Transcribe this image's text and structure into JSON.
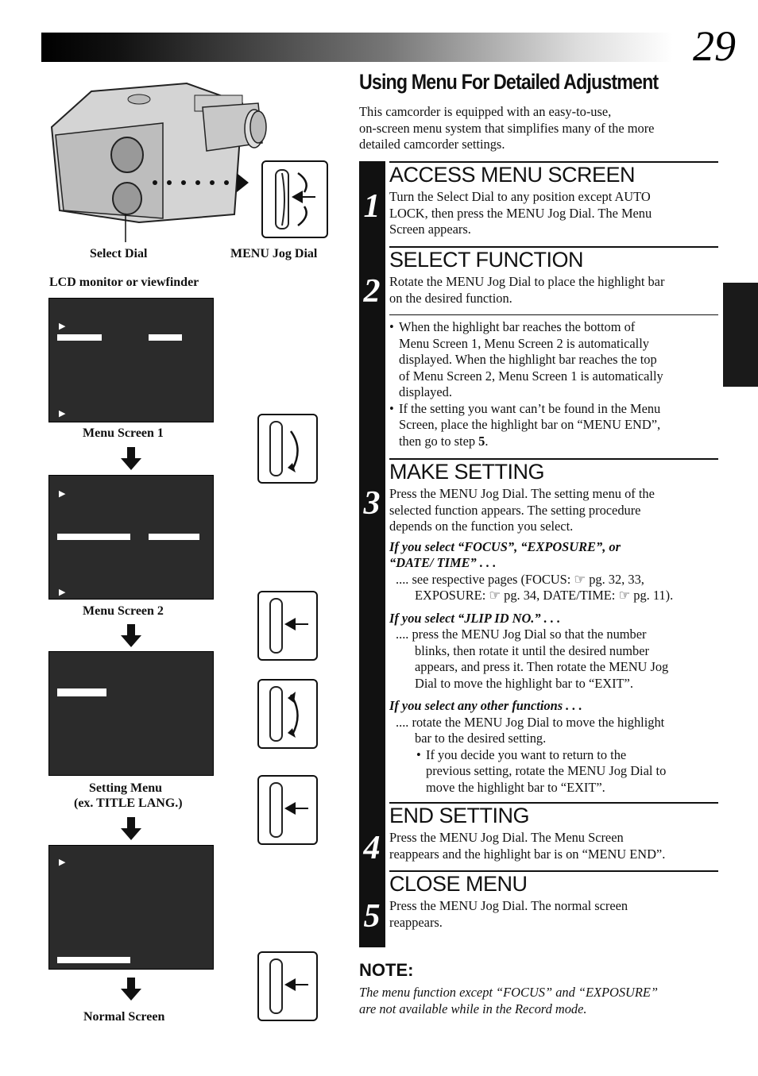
{
  "page_number": "29",
  "title": "Using Menu For Detailed Adjustment",
  "intro": [
    "This camcorder is equipped with an easy-to-use,",
    "on-screen menu system that simplifies many of the more",
    "detailed camcorder settings."
  ],
  "figure_labels": {
    "select_dial": "Select Dial",
    "menu_jog_dial": "MENU Jog Dial",
    "lcd": "LCD monitor or viewfinder",
    "menu_screen_1": "Menu Screen 1",
    "menu_screen_2": "Menu Screen 2",
    "setting_menu_1": "Setting Menu",
    "setting_menu_2": "(ex. TITLE LANG.)",
    "normal_screen": "Normal Screen"
  },
  "steps": [
    {
      "num": "1",
      "title": "ACCESS MENU SCREEN",
      "lines": [
        "Turn the Select Dial to any position except AUTO",
        "LOCK, then press the MENU Jog Dial. The Menu",
        "Screen appears."
      ]
    },
    {
      "num": "2",
      "title": "SELECT FUNCTION",
      "lines": [
        "Rotate the MENU Jog Dial to place the highlight bar",
        "on the desired function."
      ],
      "bullet1": [
        "When the highlight bar reaches the bottom of",
        "Menu Screen 1, Menu Screen 2 is automatically",
        "displayed. When the highlight bar reaches the top",
        "of Menu Screen 2, Menu Screen 1 is automatically",
        "displayed."
      ],
      "bullet2": [
        "If the setting you want can’t be found in the Menu",
        "Screen, place the highlight bar on “MENU END”,",
        "then go to step "
      ],
      "bullet2_step": "5",
      "bullet2_end": "."
    },
    {
      "num": "3",
      "title": "MAKE SETTING",
      "lines": [
        "Press the MENU Jog Dial. The setting menu of the",
        "selected function appears. The setting procedure",
        "depends on the function you select."
      ],
      "case1_title": [
        "If you select “FOCUS”, “EXPOSURE”, or",
        "“DATE/ TIME” . . ."
      ],
      "case1_text": [
        ".... see respective pages (FOCUS: ☞ pg. 32, 33,",
        "EXPOSURE: ☞ pg. 34, DATE/TIME: ☞ pg. 11)."
      ],
      "case2_title": "If you select “JLIP ID NO.” . . .",
      "case2_text": [
        ".... press the MENU Jog Dial so that the number",
        "blinks, then rotate it until the desired number",
        "appears, and press it. Then rotate the MENU Jog",
        "Dial to move the highlight bar to “EXIT”."
      ],
      "case3_title": "If you select any other functions . . .",
      "case3_text": [
        ".... rotate the MENU Jog Dial to move the highlight",
        "bar to the desired setting."
      ],
      "case3_bullet": [
        "If you decide you want to return to the",
        "previous setting, rotate the MENU Jog Dial to",
        "move the highlight bar to “EXIT”."
      ]
    },
    {
      "num": "4",
      "title": "END SETTING",
      "lines": [
        "Press the MENU Jog Dial. The Menu Screen",
        "reappears and the highlight bar is on “MENU END”."
      ]
    },
    {
      "num": "5",
      "title": "CLOSE MENU",
      "lines": [
        "Press the MENU Jog Dial. The normal screen",
        "reappears."
      ]
    }
  ],
  "note": {
    "heading": "NOTE:",
    "lines": [
      "The menu function except “FOCUS” and “EXPOSURE”",
      "are not available while in the Record mode."
    ]
  }
}
